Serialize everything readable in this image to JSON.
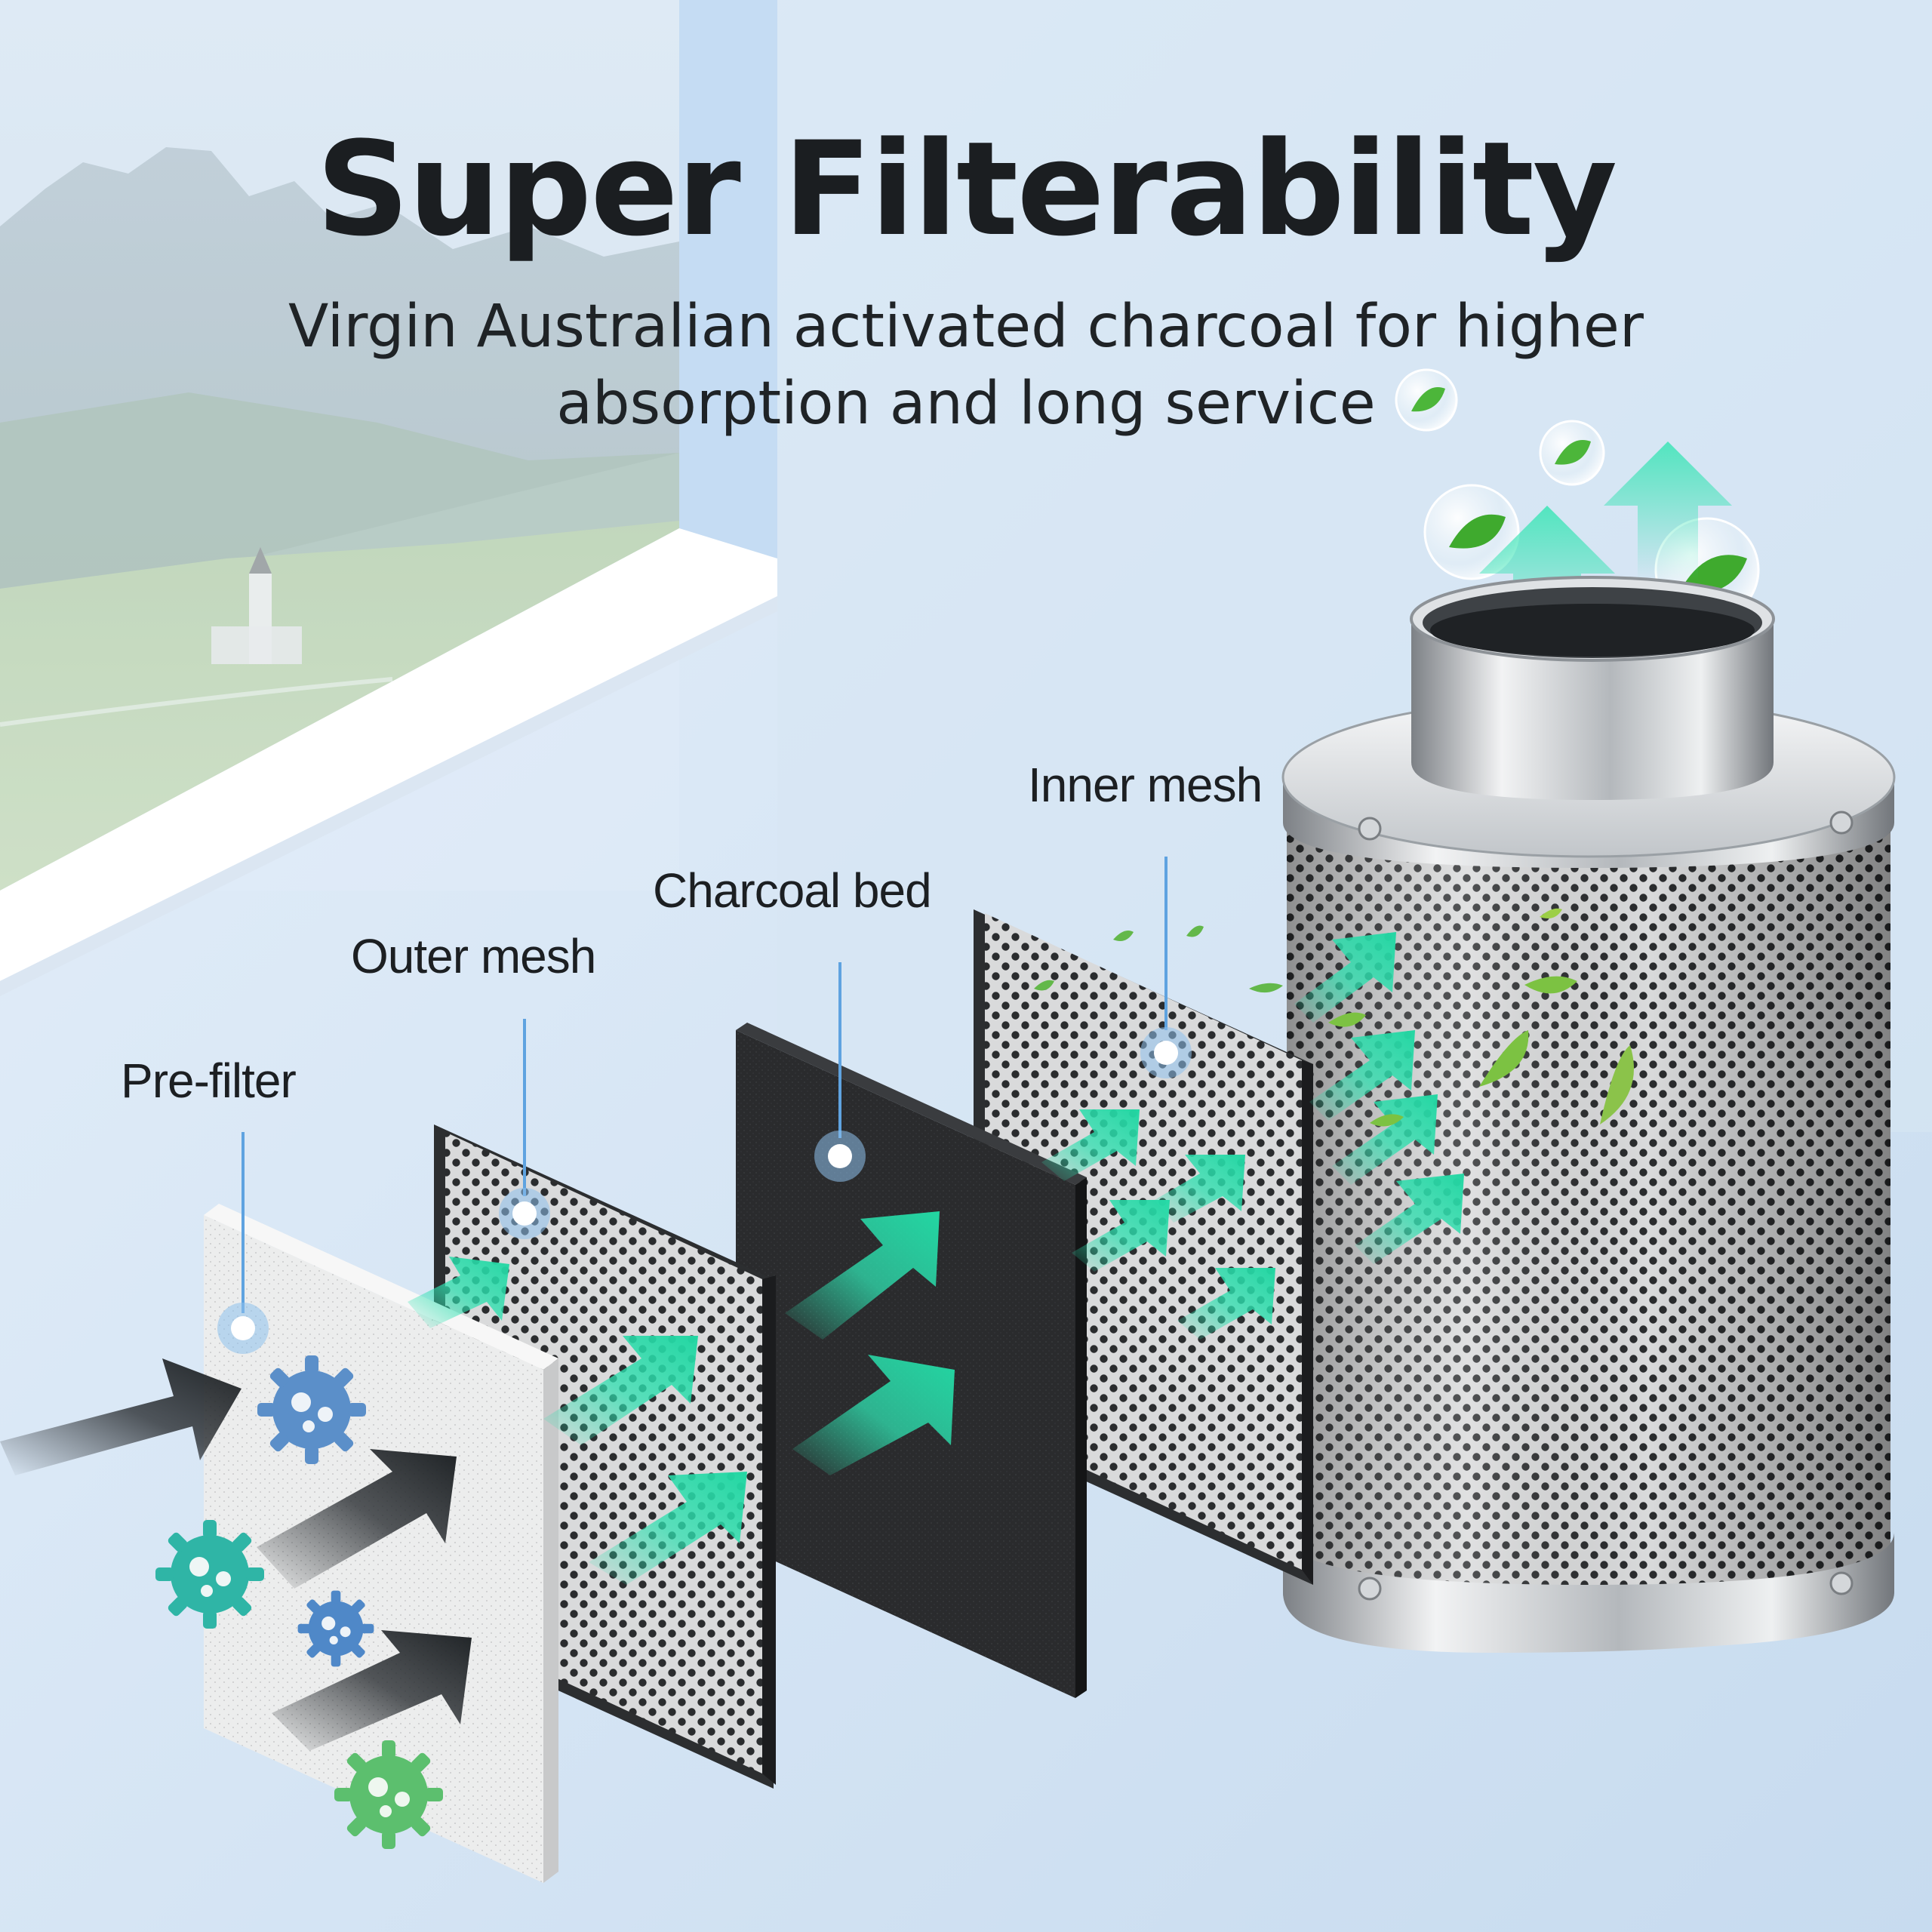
{
  "header": {
    "title": "Super Filterability",
    "subtitle_line1": "Virgin Australian activated charcoal for higher",
    "subtitle_line2": "absorption and long service"
  },
  "layers": [
    {
      "label": "Pre-filter"
    },
    {
      "label": "Outer mesh"
    },
    {
      "label": "Charcoal bed"
    },
    {
      "label": "Inner mesh"
    }
  ],
  "colors": {
    "background": "#dce9f6",
    "title": "#1b1e21",
    "airflow_clean": "#2fe0b0",
    "airflow_dirty": "#2b2f33",
    "marker_blue": "#5fa3e0",
    "germ_blue": "#5b8fc9",
    "germ_teal": "#2fb5a6",
    "germ_green": "#5cbf6e"
  },
  "icons": [
    "germ-icon",
    "leaf-icon",
    "bubble-icon",
    "arrow-icon",
    "marker-icon"
  ]
}
